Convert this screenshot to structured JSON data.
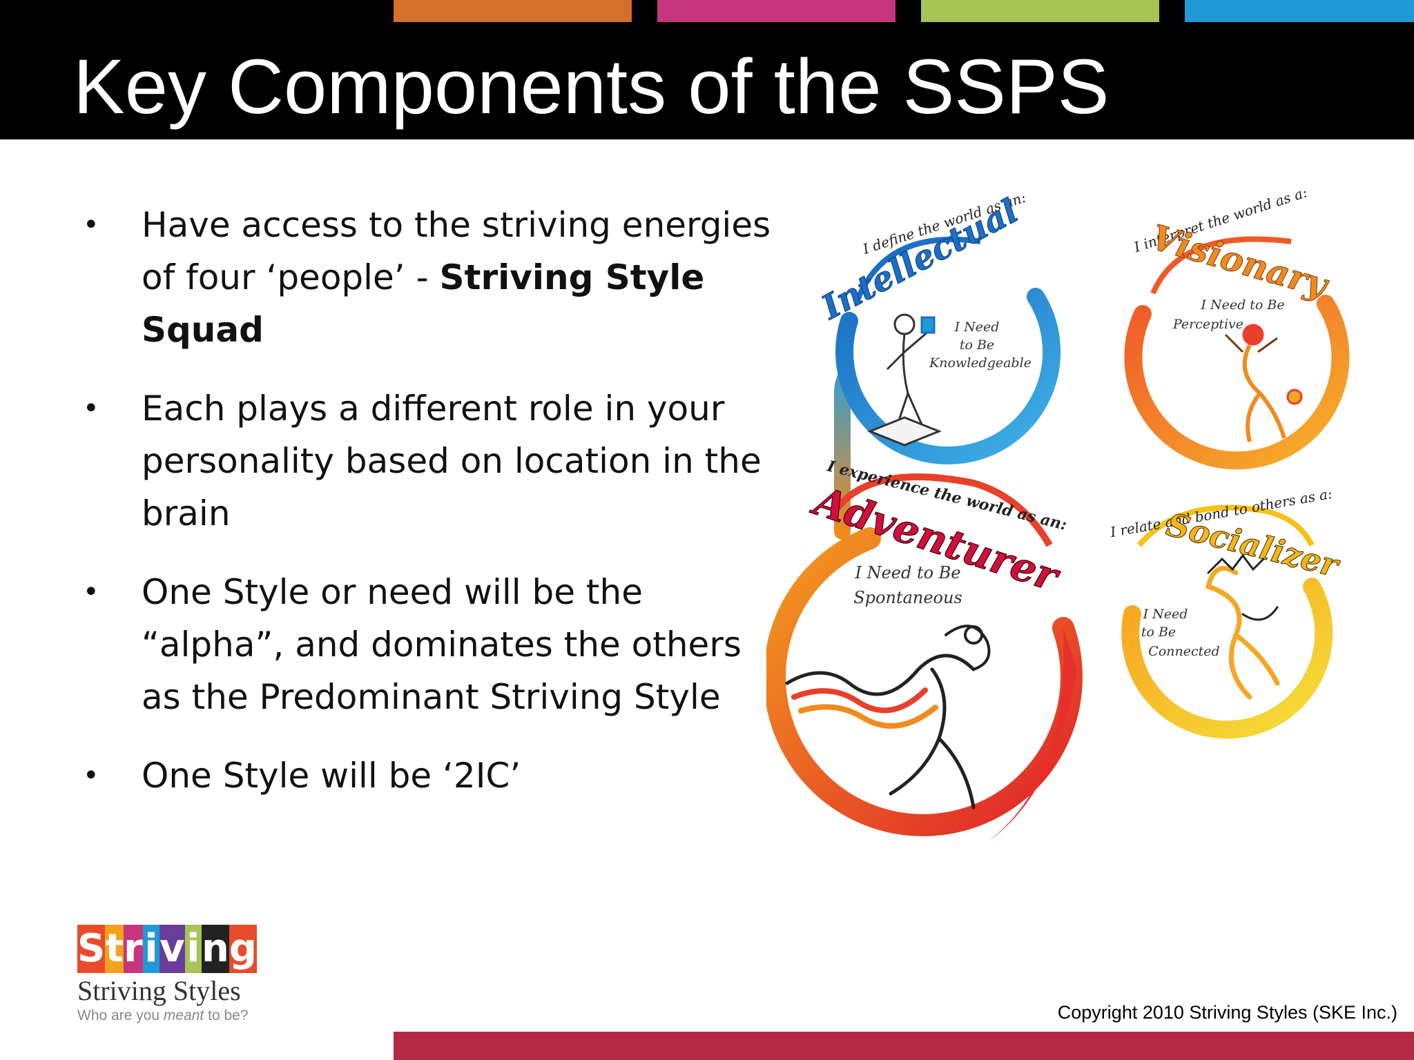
{
  "colors": {
    "header_bg": "#000000",
    "top_bars": [
      "#d4702a",
      "#c8357f",
      "#a6c556",
      "#1f9ad6"
    ],
    "bottom_bar": "#b42a45"
  },
  "slide": {
    "title": "Key Components of the SSPS",
    "bullets": [
      {
        "pre": "Have access to the striving energies of four ‘people’ -  ",
        "bold": "Striving Style Squad"
      },
      {
        "pre": "Each plays a different role in your personality based on location in the brain",
        "bold": ""
      },
      {
        "pre": "One Style or need will be the “alpha”, and dominates the others as the Predominant Striving Style",
        "bold": ""
      },
      {
        "pre": "One Style will be ‘2IC’",
        "bold": ""
      }
    ],
    "bullet_glyph": "•"
  },
  "figure": {
    "styles": [
      {
        "headline": "I define the world as an:",
        "name": "Intellectual",
        "need": [
          "I Need",
          "to Be",
          "Knowledgeable"
        ],
        "color": "#1f8fd6"
      },
      {
        "headline": "I interpret the world as a:",
        "name": "Visionary",
        "need": [
          "I Need to Be",
          "Perceptive"
        ],
        "color": "#f28a1e"
      },
      {
        "headline": "I experience the world as an:",
        "name": "Adventurer",
        "need": [
          "I Need to Be",
          "Spontaneous"
        ],
        "color": "#e8402a"
      },
      {
        "headline": "I relate and bond to others as a:",
        "name": "Socializer",
        "need": [
          "I Need",
          "to Be",
          "Connected"
        ],
        "color": "#f5c21a"
      }
    ]
  },
  "logo": {
    "letters": [
      "S",
      "t",
      "r",
      "i",
      "v",
      "i",
      "n",
      "g"
    ],
    "letter_colors": [
      "#e84b2c",
      "#f4a21e",
      "#c8357f",
      "#1f9ad6",
      "#6a3d9a",
      "#a6c556",
      "#222222",
      "#e84b2c"
    ],
    "name": "Striving Styles",
    "tagline_pre": "Who are you ",
    "tagline_em": "meant",
    "tagline_post": " to be?"
  },
  "footer": {
    "copyright": "Copyright 2010 Striving Styles (SKE Inc.)"
  }
}
